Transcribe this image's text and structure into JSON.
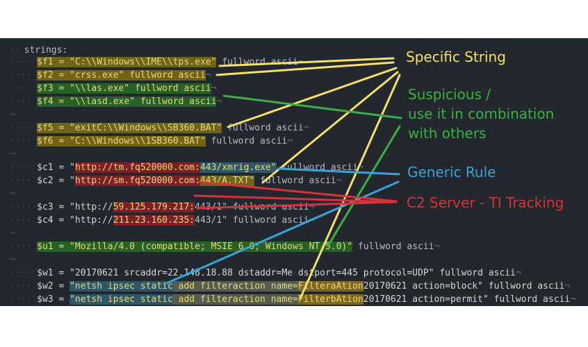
{
  "editor": {
    "lines": [
      {
        "id": "header",
        "guide": "··",
        "segments": [
          {
            "t": "strings:",
            "c": "kw"
          }
        ]
      },
      {
        "id": "f1",
        "guide": "···· ",
        "segments": [
          {
            "t": "$f1 = \"C:\\\\Windows\\\\IME\\\\tps.exe\"",
            "h": "hl-yellow"
          },
          {
            "t": " fullword ascii",
            "c": "kw"
          },
          {
            "t": "¬",
            "c": "ws"
          }
        ]
      },
      {
        "id": "f2",
        "guide": "···· ",
        "segments": [
          {
            "t": "$f2 = \"crss.exe\" fullword ascii",
            "h": "hl-yellow"
          },
          {
            "t": "¬",
            "c": "ws"
          }
        ]
      },
      {
        "id": "f3",
        "guide": "···· ",
        "segments": [
          {
            "t": "$f3 = \"\\\\las.exe\" fullword ascii",
            "h": "hl-green"
          },
          {
            "t": "¬",
            "c": "ws"
          }
        ]
      },
      {
        "id": "f4",
        "guide": "···· ",
        "segments": [
          {
            "t": "$f4 = \"\\\\lasd.exe\" fullword ascii",
            "h": "hl-green"
          },
          {
            "t": "¬",
            "c": "ws"
          }
        ]
      },
      {
        "id": "blank1",
        "guide": "¬",
        "segments": []
      },
      {
        "id": "f5",
        "guide": "···· ",
        "segments": [
          {
            "t": "$f5 = \"exitC:\\\\Windows\\\\SB360.BAT\"",
            "h": "hl-yellow"
          },
          {
            "t": " fullword ascii",
            "c": "kw"
          },
          {
            "t": "¬",
            "c": "ws"
          }
        ]
      },
      {
        "id": "f6",
        "guide": "···· ",
        "segments": [
          {
            "t": "$f6 = \"C:\\\\Windows\\\\1SB360.BAT\"",
            "h": "hl-yellow"
          },
          {
            "t": " fullword ascii",
            "c": "kw"
          },
          {
            "t": "¬",
            "c": "ws"
          }
        ]
      },
      {
        "id": "blank2",
        "guide": "¬",
        "segments": []
      },
      {
        "id": "c1",
        "guide": "···· ",
        "segments": [
          {
            "t": "$c1 = \"",
            "c": "var"
          },
          {
            "t": "http://tm.fq520000.com:",
            "h": "hl-red"
          },
          {
            "t": "443/xmrig.exe\"",
            "h": "hl-blue"
          },
          {
            "t": " fullword ascii",
            "c": "kw"
          },
          {
            "t": "¬",
            "c": "ws"
          }
        ]
      },
      {
        "id": "c2",
        "guide": "···· ",
        "segments": [
          {
            "t": "$c2 = \"",
            "c": "var"
          },
          {
            "t": "http://sm.fq520000.com:",
            "h": "hl-red"
          },
          {
            "t": "443/A.TXT\"",
            "h": "hl-yellow"
          },
          {
            "t": " fullword ascii",
            "c": "kw"
          },
          {
            "t": "¬",
            "c": "ws"
          }
        ]
      },
      {
        "id": "blank3",
        "guide": "¬",
        "segments": []
      },
      {
        "id": "c3",
        "guide": "···· ",
        "segments": [
          {
            "t": "$c3 = \"http://",
            "c": "var"
          },
          {
            "t": "59.125.179.217:",
            "h": "hl-red"
          },
          {
            "t": "443/1\" fullword ascii",
            "c": "kw"
          },
          {
            "t": "¬",
            "c": "ws"
          }
        ]
      },
      {
        "id": "c4",
        "guide": "···· ",
        "segments": [
          {
            "t": "$c4 = \"http://",
            "c": "var"
          },
          {
            "t": "211.23.160.235:",
            "h": "hl-red"
          },
          {
            "t": "443/1\" fullword ascii",
            "c": "kw"
          },
          {
            "t": "¬",
            "c": "ws"
          }
        ]
      },
      {
        "id": "blank4",
        "guide": "¬",
        "segments": []
      },
      {
        "id": "u1",
        "guide": "···· ",
        "segments": [
          {
            "t": "$u1 = \"Mozilla/4.0 (compatible; MSIE 6.0; Windows NT 5.0)\"",
            "h": "hl-green"
          },
          {
            "t": " fullword ascii",
            "c": "kw"
          },
          {
            "t": "¬",
            "c": "ws"
          }
        ]
      },
      {
        "id": "blank5",
        "guide": "¬",
        "segments": []
      },
      {
        "id": "w1",
        "guide": "···· ",
        "segments": [
          {
            "t": "$w1 = \"20170621 srcaddr=22.148.18.88 dstaddr=Me dstport=445 protocol=UDP\" fullword ascii",
            "c": "var"
          },
          {
            "t": "¬",
            "c": "ws"
          }
        ]
      },
      {
        "id": "w2",
        "guide": "···· ",
        "segments": [
          {
            "t": "$w2 = ",
            "c": "var"
          },
          {
            "t": "\"netsh ipsec static",
            "h": "hl-blue"
          },
          {
            "t": " add filteraction name=",
            "h": "hl-gray"
          },
          {
            "t": "FilteraAtion",
            "h": "hl-amber"
          },
          {
            "t": "20170621 action=block\" fullword ascii",
            "c": "var"
          },
          {
            "t": "¬",
            "c": "ws"
          }
        ]
      },
      {
        "id": "w3",
        "guide": "···· ",
        "segments": [
          {
            "t": "$w3 = ",
            "c": "var"
          },
          {
            "t": "\"netsh ipsec static",
            "h": "hl-blue"
          },
          {
            "t": " add filteraction name=",
            "h": "hl-gray"
          },
          {
            "t": "FilterbAtion",
            "h": "hl-amber"
          },
          {
            "t": "20170621 action=permit\" fullword ascii",
            "c": "var"
          },
          {
            "t": "¬",
            "c": "ws"
          }
        ]
      }
    ]
  },
  "annotations": {
    "specific": {
      "text": "Specific String",
      "color": "#f7e06a"
    },
    "suspicious": {
      "line1": "Suspicious /",
      "line2": "use it in combination",
      "line3": "with others",
      "color": "#3cb043"
    },
    "generic": {
      "text": "Generic Rule",
      "color": "#3aa4d8"
    },
    "c2": {
      "text": "C2 Server - TI Tracking",
      "color": "#d8323a"
    }
  }
}
